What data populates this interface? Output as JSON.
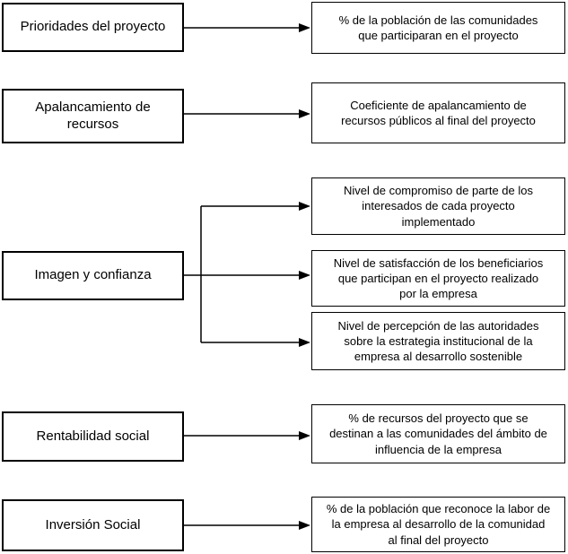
{
  "diagram": {
    "rows": [
      {
        "source": "Prioridades del proyecto",
        "indicators": [
          "% de la población de las comunidades que participaran en el proyecto"
        ]
      },
      {
        "source": "Apalancamiento de recursos",
        "indicators": [
          "Coeficiente de apalancamiento de recursos públicos al final del proyecto"
        ]
      },
      {
        "source": "Imagen y confianza",
        "indicators": [
          "Nivel de compromiso de parte de los interesados de cada proyecto implementado",
          "Nivel de satisfacción de los beneficiarios que participan en el proyecto realizado por la empresa",
          "Nivel de percepción de las autoridades sobre la estrategia institucional de la empresa al desarrollo sostenible"
        ]
      },
      {
        "source": "Rentabilidad social",
        "indicators": [
          "% de recursos del proyecto que se destinan a las comunidades del ámbito de influencia de la empresa"
        ]
      },
      {
        "source": "Inversión Social",
        "indicators": [
          "% de la población que reconoce la labor de la empresa al desarrollo de la comunidad al final del proyecto"
        ]
      }
    ],
    "colors": {
      "box_border": "#000000",
      "box_background": "#ffffff",
      "text": "#000000",
      "connector": "#000000"
    }
  }
}
